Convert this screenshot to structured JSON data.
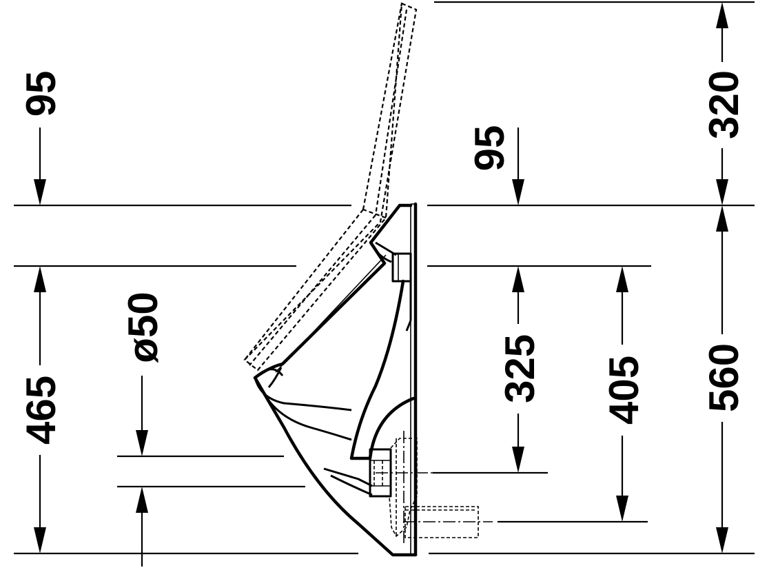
{
  "dimensions": {
    "top_left": "95",
    "top_mid": "95",
    "top_right": "320",
    "left_height": "465",
    "diameter": "ø50",
    "inner_1": "325",
    "inner_2": "405",
    "total_height": "560"
  }
}
